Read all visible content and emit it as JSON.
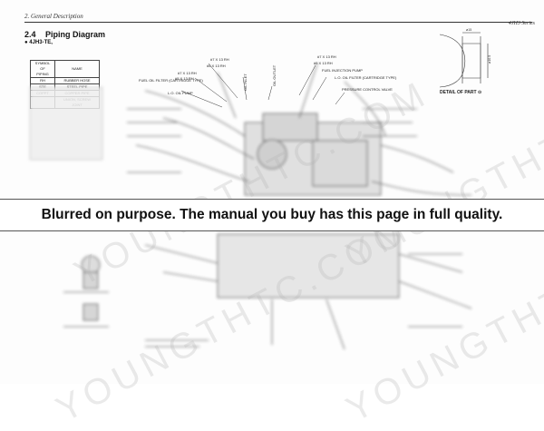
{
  "running_header": {
    "left": "2. General Description",
    "right": "4JH3 Series"
  },
  "section": {
    "number": "2.4",
    "title": "Piping Diagram",
    "model": "4JH3-TE,"
  },
  "legend": {
    "headers": [
      "SYMBOL OF PIPING",
      "NAME"
    ],
    "rows": [
      [
        "RH",
        "RUBBER HOSE"
      ],
      [
        "STE",
        "STEEL PIPE"
      ],
      [
        "COPPT",
        "COPPER PIPE"
      ],
      [
        "",
        "UNION, SCREW JOINT"
      ]
    ]
  },
  "diagram_labels": {
    "a": "#7 X 13 RH",
    "b": "#5 X 13 RH",
    "c": "#7 X 13 RH",
    "d": "#5 X 13 RH",
    "e": "FUEL OIL FILTER (CARTRIDGE TYPE)",
    "f": "L.O. OIL PUMP",
    "g": "OIL INLET",
    "h": "OIL OUTLET",
    "i": "#7 X 13 RH",
    "j": "#5 X 13 RH",
    "k": "FUEL INJECTION PUMP",
    "l": "L.O. OIL FILTER (CARTRIDGE TYPE)",
    "m": "PRESSURE CONTROL VALVE"
  },
  "detail": {
    "label": "DETAIL OF PART",
    "dim_top": "ø15",
    "dim_side": "ø10.5"
  },
  "banner": {
    "text": "Blurred on purpose. The manual you buy has this page in full quality."
  },
  "watermark": {
    "text": "YOUNGTHTC.COM"
  },
  "colors": {
    "ink": "#222222",
    "banner_bg": "#ffffff",
    "watermark": "#b4b4b4"
  }
}
